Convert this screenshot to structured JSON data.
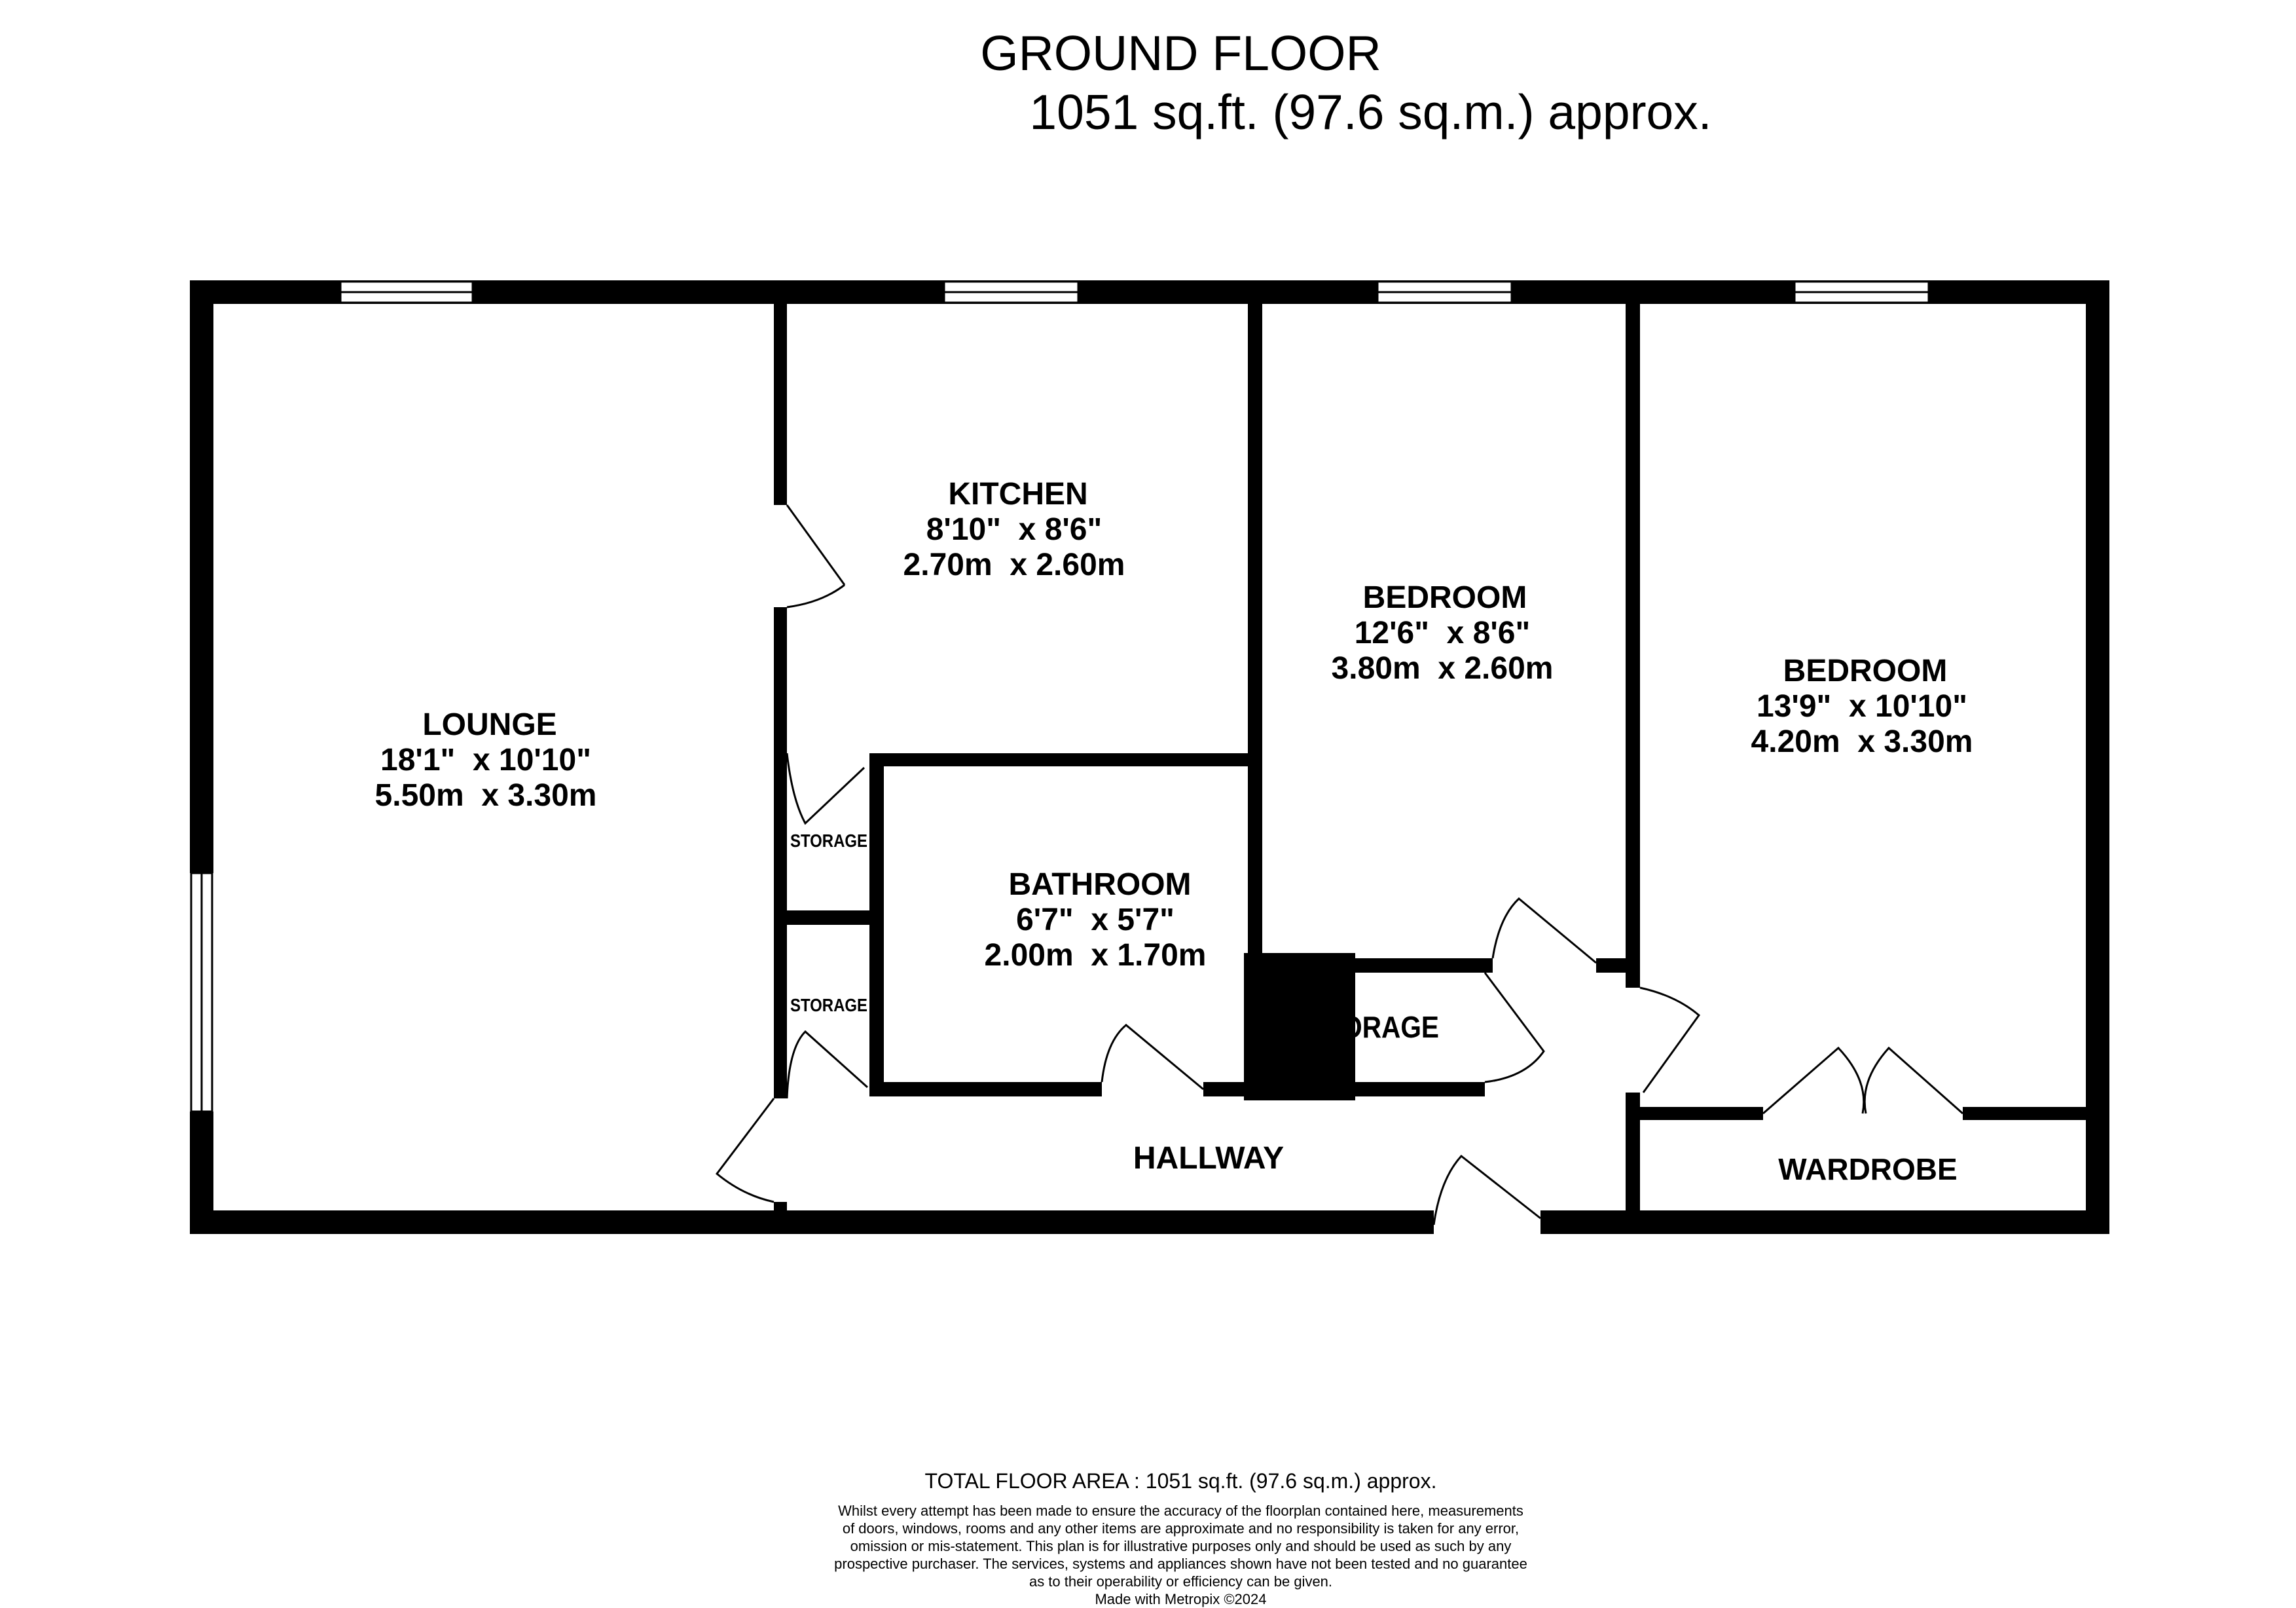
{
  "header": {
    "title": "GROUND FLOOR",
    "area": "1051 sq.ft. (97.6 sq.m.) approx."
  },
  "rooms": {
    "lounge": {
      "name": "LOUNGE",
      "imperial": "18'1\"  x 10'10\"",
      "metric": "5.50m  x 3.30m"
    },
    "kitchen": {
      "name": "KITCHEN",
      "imperial": "8'10\"  x 8'6\"",
      "metric": "2.70m  x 2.60m"
    },
    "bedroom1": {
      "name": "BEDROOM",
      "imperial": "12'6\"  x 8'6\"",
      "metric": "3.80m  x 2.60m"
    },
    "bedroom2": {
      "name": "BEDROOM",
      "imperial": "13'9\"  x 10'10\"",
      "metric": "4.20m  x 3.30m"
    },
    "bathroom": {
      "name": "BATHROOM",
      "imperial": "6'7\"  x 5'7\"",
      "metric": "2.00m  x 1.70m"
    },
    "storage1": {
      "name": "STORAGE"
    },
    "storage2": {
      "name": "STORAGE"
    },
    "storage3": {
      "name": "STORAGE"
    },
    "hallway": {
      "name": "HALLWAY"
    },
    "wardrobe": {
      "name": "WARDROBE"
    }
  },
  "footer": {
    "total_area": "TOTAL FLOOR AREA : 1051 sq.ft. (97.6 sq.m.) approx.",
    "disclaimer_lines": [
      "Whilst every attempt has been made to ensure the accuracy of the floorplan contained here, measurements",
      "of doors, windows, rooms and any other items are approximate and no responsibility is taken for any error,",
      "omission or mis-statement. This plan is for illustrative purposes only and should be used as such by any",
      "prospective purchaser. The services, systems and appliances shown have not been tested and no guarantee",
      "as to their operability or efficiency can be given.",
      "Made with Metropix ©2024"
    ]
  },
  "colors": {
    "wall": "#000000",
    "background": "#ffffff"
  }
}
